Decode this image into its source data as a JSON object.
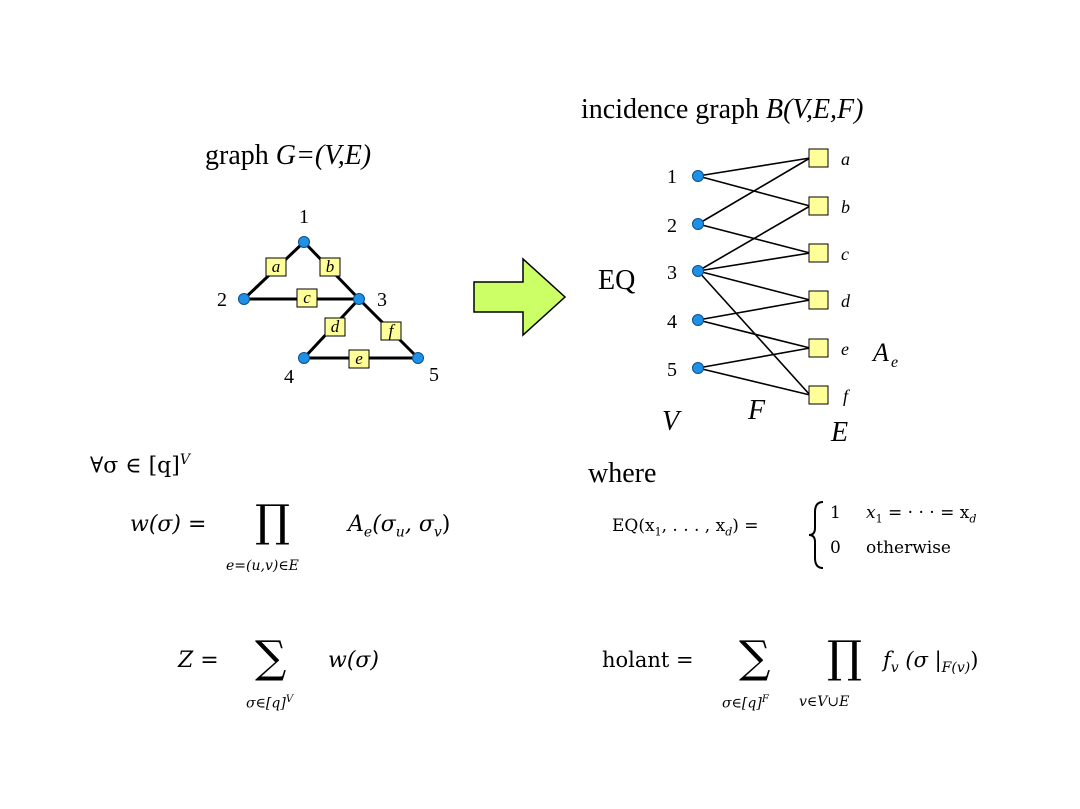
{
  "left": {
    "title_prefix": "graph ",
    "title_math": "G=(V,E)",
    "vertices": [
      "1",
      "2",
      "3",
      "4",
      "5"
    ],
    "edges": [
      "a",
      "b",
      "c",
      "d",
      "e",
      "f"
    ]
  },
  "right": {
    "title_prefix": "incidence graph ",
    "title_math": "B(V,E,F)",
    "vertex_labels": [
      "1",
      "2",
      "3",
      "4",
      "5"
    ],
    "edge_labels": [
      "a",
      "b",
      "c",
      "d",
      "e",
      "f"
    ],
    "eq_label": "EQ",
    "ae_label": "A",
    "ae_sub": "e",
    "v_label": "V",
    "f_label": "F",
    "e_label": "E"
  },
  "formulas": {
    "forall": "∀σ ∈ [q]",
    "forall_sup": "V",
    "w_lhs": "w(σ) =",
    "w_prod": "∏",
    "w_under": "e=(u,v)∈E",
    "w_rhs": "A",
    "w_rhs_sub": "e",
    "w_rhs_args": "(σ",
    "w_rhs_u": "u",
    "w_rhs_mid": ", σ",
    "w_rhs_v": "v",
    "w_rhs_end": ")",
    "z_lhs": "Z =",
    "z_sum": "∑",
    "z_under": "σ∈[q]",
    "z_under_sup": "V",
    "z_rhs": "w(σ)",
    "where": "where",
    "eq_lhs": "EQ(x",
    "eq_lhs_1": "1",
    "eq_lhs_mid": ", . . . , x",
    "eq_lhs_d": "d",
    "eq_lhs_end": ") =",
    "eq_case1_val": "1",
    "eq_case1_cond": "x",
    "eq_case1_c1": "1",
    "eq_case1_mid": " = · · · = x",
    "eq_case1_cd": "d",
    "eq_case2_val": "0",
    "eq_case2_cond": "otherwise",
    "holant_lhs": "holant =",
    "holant_sum": "∑",
    "holant_sum_under": "σ∈[q]",
    "holant_sum_under_sup": "F",
    "holant_prod": "∏",
    "holant_prod_under": "v∈V∪E",
    "holant_rhs": "f",
    "holant_rhs_sub": "v",
    "holant_rhs_args": "(σ |",
    "holant_rhs_sub2": "F(v)",
    "holant_rhs_end": ")"
  },
  "colors": {
    "vertex": "#1e90e6",
    "edge_box": "#ffff99",
    "arrow_fill": "#ccff66"
  }
}
